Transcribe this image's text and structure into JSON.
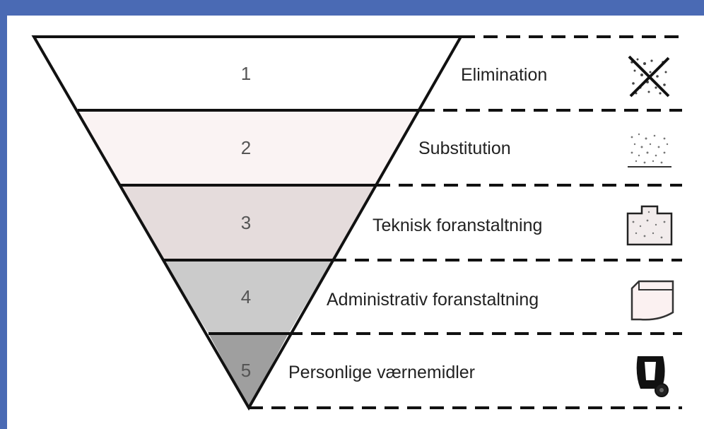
{
  "hierarchy": {
    "levels": [
      {
        "number": "1",
        "label": "Elimination",
        "icon": "crossed-out-dust-icon",
        "fill": "#ffffff"
      },
      {
        "number": "2",
        "label": "Substitution",
        "icon": "dust-particles-icon",
        "fill": "#faf3f3"
      },
      {
        "number": "3",
        "label": "Teknisk foranstaltning",
        "icon": "enclosure-box-icon",
        "fill": "#e5dcdc"
      },
      {
        "number": "4",
        "label": "Administrativ foranstaltning",
        "icon": "document-sheet-icon",
        "fill": "#cbcbcb"
      },
      {
        "number": "5",
        "label": "Personlige værnemidler",
        "icon": "respirator-mask-icon",
        "fill": "#9f9f9f"
      }
    ]
  },
  "colors": {
    "background": "#4a6ab4",
    "panel": "#ffffff",
    "stroke": "#111111"
  }
}
